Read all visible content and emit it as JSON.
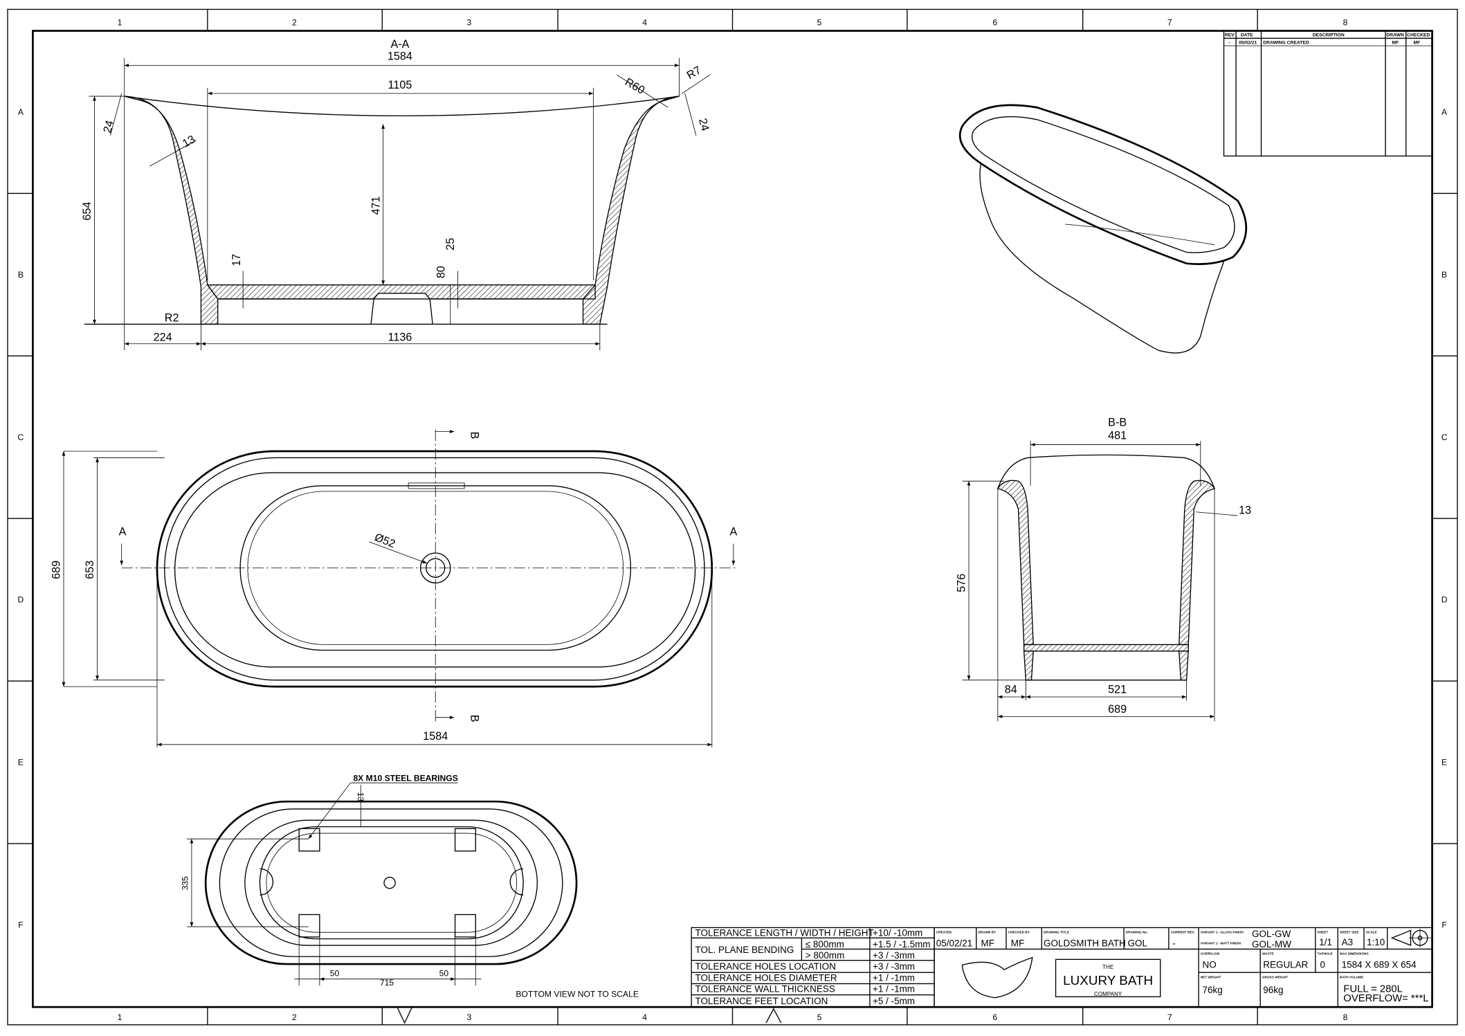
{
  "grid": {
    "columns": [
      "1",
      "2",
      "3",
      "4",
      "5",
      "6",
      "7",
      "8"
    ],
    "rows": [
      "A",
      "B",
      "C",
      "D",
      "E",
      "F"
    ]
  },
  "revision_table": {
    "headers": [
      "REV",
      "DATE",
      "DESCRIPTION",
      "DRAWN",
      "CHECKED"
    ],
    "rows": [
      [
        "-",
        "05/02/21",
        "DRAWING CREATED",
        "MF",
        "MF"
      ]
    ]
  },
  "section_aa": {
    "title": "A-A",
    "dims": [
      "1584",
      "1105",
      "R60",
      "R7",
      "24",
      "24",
      "13",
      "654",
      "471",
      "17",
      "25",
      "80",
      "R2",
      "224",
      "1136"
    ]
  },
  "plan_view": {
    "section_marks": [
      "A",
      "A",
      "B",
      "B"
    ],
    "dims": [
      "689",
      "653",
      "Ø52",
      "1584"
    ]
  },
  "section_bb": {
    "title": "B-B",
    "dims": [
      "481",
      "13",
      "576",
      "84",
      "521",
      "689"
    ]
  },
  "bottom_view": {
    "note_bearings": "8X M10 STEEL BEARINGS",
    "dims": [
      "13",
      "335",
      "50",
      "715",
      "50"
    ],
    "note": "BOTTOM VIEW NOT TO SCALE"
  },
  "tolerances": [
    {
      "label": "TOLERANCE LENGTH / WIDTH / HEIGHT",
      "value": "+10/ -10mm"
    },
    {
      "label": "TOL. PLANE BENDING",
      "sub1": "≤  800mm",
      "value1": "+1.5 / -1.5mm",
      "sub2": ">  800mm",
      "value2": "+3 / -3mm"
    },
    {
      "label": "TOLERANCE HOLES LOCATION",
      "value": "+3 / -3mm"
    },
    {
      "label": "TOLERANCE HOLES DIAMETER",
      "value": "+1 / -1mm"
    },
    {
      "label": "TOLERANCE WALL THICKNESS",
      "value": "+1 / -1mm"
    },
    {
      "label": "TOLERANCE FEET LOCATION",
      "value": "+5 / -5mm"
    }
  ],
  "title_block": {
    "created_label": "CREATED",
    "created": "05/02/21",
    "drawn_by_label": "DRAWN BY",
    "drawn_by": "MF",
    "checked_by_label": "CHECKED BY",
    "checked_by": "MF",
    "title_label": "DRAWING TITLE",
    "title": "GOLDSMITH BATH",
    "drawing_no_label": "DRAWING No.",
    "drawing_no": "GOL",
    "current_rev_label": "CURRENT REV.",
    "current_rev": "-",
    "variant_gloss_label": "VARIANT 1 - GLOSS FINISH",
    "variant_gloss": "GOL-GW",
    "variant_matt_label": "VARIANT 1 - MATT FINISH",
    "variant_matt": "GOL-MW",
    "sheet_label": "SHEET",
    "sheet": "1/1",
    "sheet_size_label": "SHEET SIZE",
    "sheet_size": "A3",
    "scale_label": "SCALE",
    "scale": "1:10",
    "overflow_label": "OVERFLOW",
    "overflow": "NO",
    "waste_label": "WASTE",
    "waste": "REGULAR",
    "taphole_label": "TAPHOLE",
    "taphole": "0",
    "max_dim_label": "MAX DIMENSIONS",
    "max_dim": "1584 X 689 X 654",
    "net_weight_label": "NET WEIGHT",
    "net_weight": "76kg",
    "gross_weight_label": "GROSS WEIGHT",
    "gross_weight": "96kg",
    "volume_label": "BATH VOLUME",
    "volume_full": "FULL = 280L",
    "volume_overflow": "OVERFLOW= ***L",
    "logo": {
      "the": "THE",
      "name": "LUXURY BATH",
      "company": "COMPANY"
    }
  }
}
